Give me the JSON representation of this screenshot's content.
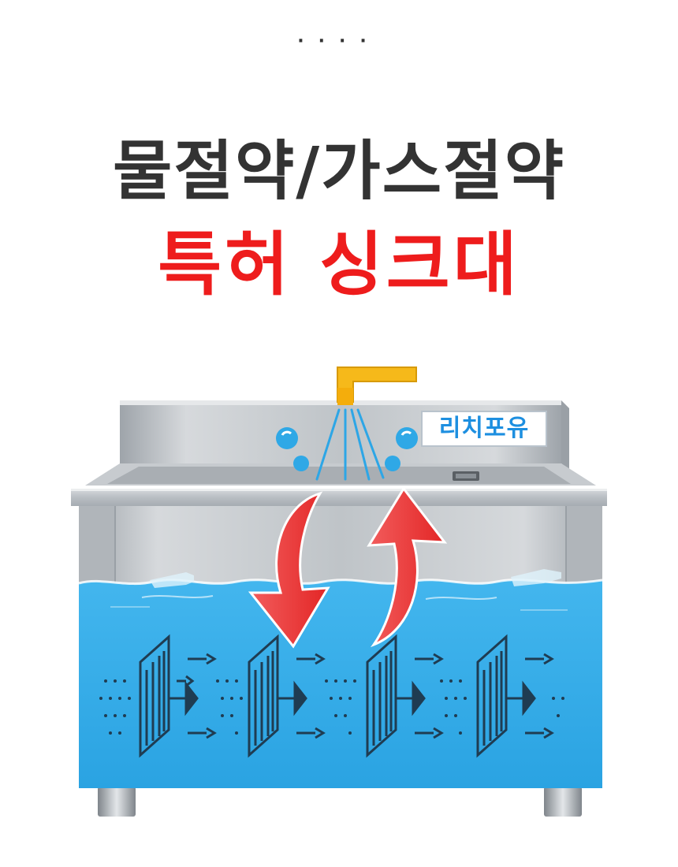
{
  "header": {
    "dots": "····"
  },
  "headline": {
    "line1": "물절약/가스절약",
    "line2": "특허 싱크대"
  },
  "brand": {
    "label": "리치포유"
  },
  "colors": {
    "title_dark": "#333333",
    "title_red": "#ee1c1c",
    "water": "#2fa8e6",
    "faucet": "#f6b91a",
    "arrow": "#ee3030",
    "steel": "#c9cdd1"
  }
}
